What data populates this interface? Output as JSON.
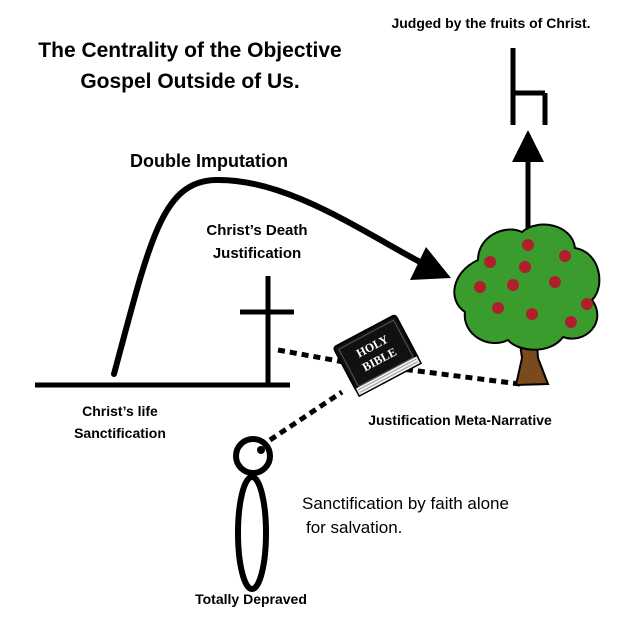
{
  "title": {
    "line1": "The Centrality of the Objective",
    "line2": "Gospel Outside of Us."
  },
  "top_label": "Judged by the fruits of Christ.",
  "arc_label": "Double Imputation",
  "cross_label": {
    "line1": "Christ’s Death",
    "line2": "Justification"
  },
  "ground_label": {
    "line1": "Christ’s life",
    "line2": "Sanctification"
  },
  "bible": {
    "line1": "HOLY",
    "line2": "BIBLE"
  },
  "meta_narrative_label": "Justification Meta-Narrative",
  "faith_label": {
    "line1": "Sanctification by faith alone",
    "line2": "for salvation."
  },
  "person_label": "Totally Depraved",
  "colors": {
    "ink": "#000000",
    "tree_foliage": "#3a9c2c",
    "tree_trunk": "#7a4a1c",
    "fruit": "#b0202c"
  },
  "icons": [
    "cross-icon",
    "tree-icon",
    "bible-icon",
    "person-icon",
    "gate-icon",
    "arrow-icon"
  ]
}
